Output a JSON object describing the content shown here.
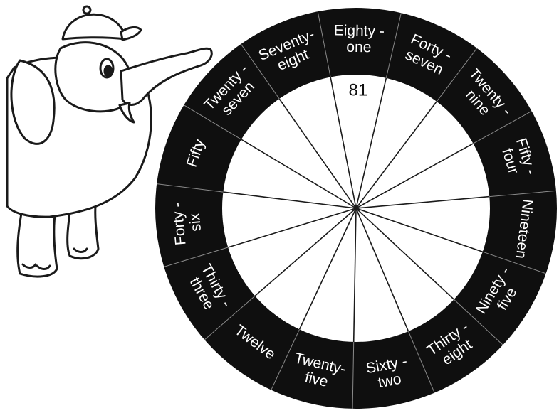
{
  "worksheet": {
    "segments": [
      {
        "line1": "Eighty -",
        "line2": "one",
        "answer": "81"
      },
      {
        "line1": "Forty -",
        "line2": "seven",
        "answer": ""
      },
      {
        "line1": "Twenty -",
        "line2": "nine",
        "answer": ""
      },
      {
        "line1": "Fifty -",
        "line2": "four",
        "answer": ""
      },
      {
        "line1": "Nineteen",
        "line2": "",
        "answer": ""
      },
      {
        "line1": "Ninety -",
        "line2": "five",
        "answer": ""
      },
      {
        "line1": "Thirty -",
        "line2": "eight",
        "answer": ""
      },
      {
        "line1": "Sixty -",
        "line2": "two",
        "answer": ""
      },
      {
        "line1": "Twenty-",
        "line2": "five",
        "answer": ""
      },
      {
        "line1": "Twelve",
        "line2": "",
        "answer": ""
      },
      {
        "line1": "Thirty -",
        "line2": "three",
        "answer": ""
      },
      {
        "line1": "Forty -",
        "line2": "six",
        "answer": ""
      },
      {
        "line1": "Fifty",
        "line2": "",
        "answer": ""
      },
      {
        "line1": "Twenty -",
        "line2": "seven",
        "answer": ""
      },
      {
        "line1": "Seventy-",
        "line2": "eight",
        "answer": ""
      }
    ],
    "colors": {
      "ring": "#0f0f0f",
      "paper": "#ffffff",
      "ink": "#111111"
    },
    "illustration": "cartoon-elephant-with-cap"
  }
}
